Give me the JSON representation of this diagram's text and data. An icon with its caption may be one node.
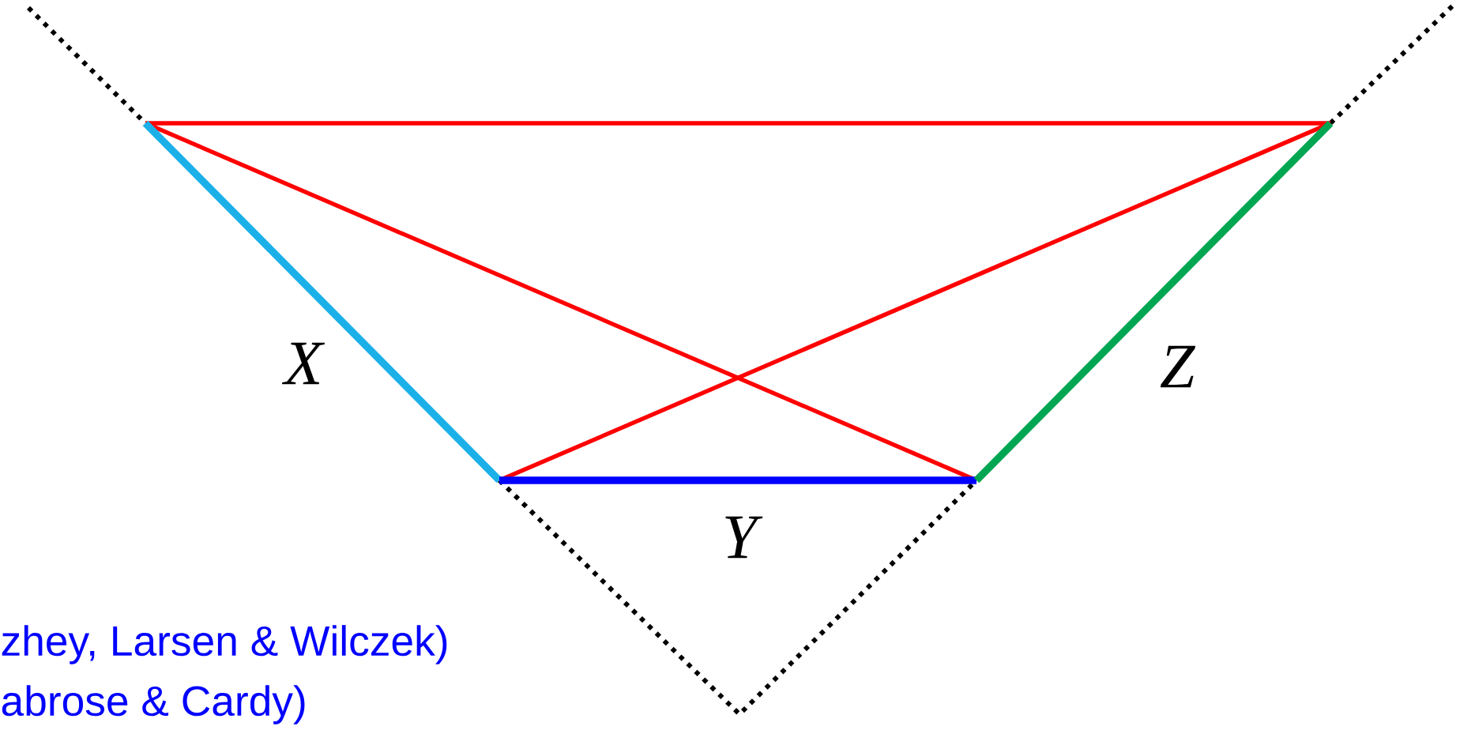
{
  "diagram": {
    "labels": [
      "X",
      "Y",
      "Z",
      "zhey, Larsen & Wilczek)",
      "abrose & Cardy)"
    ]
  }
}
